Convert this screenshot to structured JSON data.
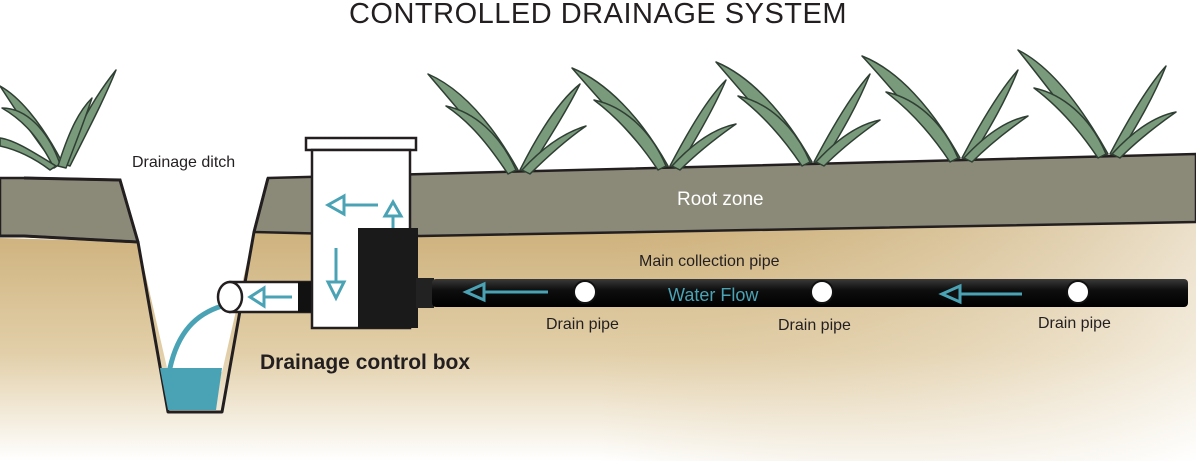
{
  "title": "CONTROLLED DRAINAGE SYSTEM",
  "labels": {
    "drainage_ditch": "Drainage ditch",
    "root_zone": "Root zone",
    "main_collection_pipe": "Main collection pipe",
    "water_flow": "Water Flow",
    "drain_pipe_1": "Drain pipe",
    "drain_pipe_2": "Drain pipe",
    "drain_pipe_3": "Drain pipe",
    "drainage_control_box": "Drainage control box"
  },
  "colors": {
    "soil": "#d8c39a",
    "root_zone": "#8b8a78",
    "pipe": "#111111",
    "water": "#4aa3b5",
    "grass": "#6f8f72",
    "outline": "#231f20"
  }
}
